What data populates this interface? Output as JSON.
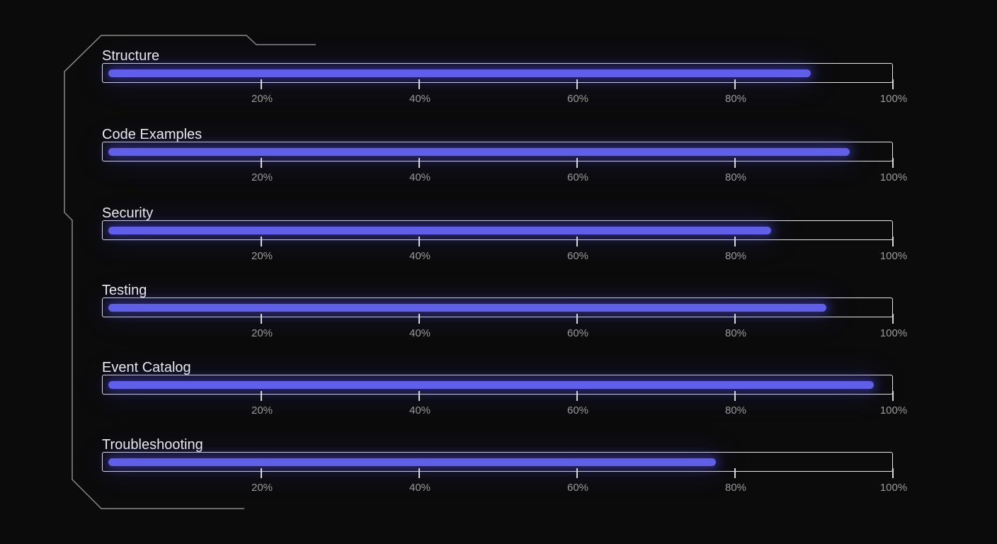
{
  "chart_data": {
    "type": "bar",
    "orientation": "horizontal",
    "categories": [
      "Structure",
      "Code Examples",
      "Security",
      "Testing",
      "Event Catalog",
      "Troubleshooting"
    ],
    "values": [
      90,
      95,
      85,
      92,
      98,
      78
    ],
    "unit": "%",
    "xlim": [
      0,
      100
    ],
    "ticks": [
      20,
      40,
      60,
      80,
      100
    ],
    "tick_labels": [
      "20%",
      "40%",
      "60%",
      "80%",
      "100%"
    ],
    "fill_color": "#5f5fea"
  }
}
